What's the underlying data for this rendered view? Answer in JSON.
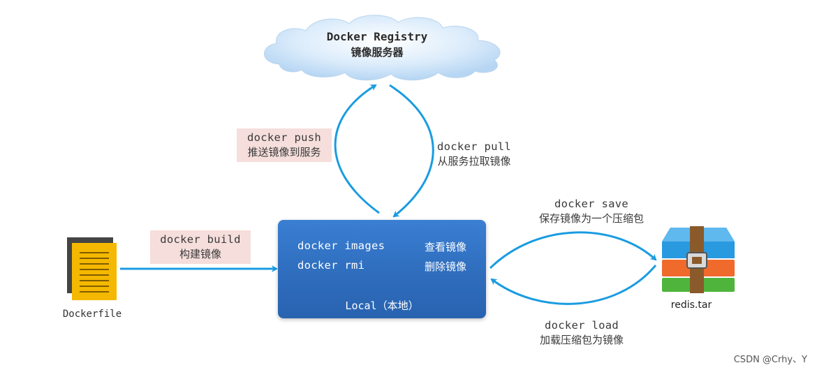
{
  "registry": {
    "title": "Docker Registry",
    "subtitle": "镜像服务器"
  },
  "push": {
    "command": "docker push",
    "description": "推送镜像到服务"
  },
  "pull": {
    "command": "docker pull",
    "description": "从服务拉取镜像"
  },
  "build": {
    "command": "docker build",
    "description": "构建镜像"
  },
  "save": {
    "command": "docker save",
    "description": "保存镜像为一个压缩包"
  },
  "load": {
    "command": "docker load",
    "description": "加载压缩包为镜像"
  },
  "local": {
    "rows": [
      {
        "command": "docker images",
        "description": "查看镜像"
      },
      {
        "command": "docker rmi",
        "description": "删除镜像"
      }
    ],
    "footer": "Local（本地）"
  },
  "dockerfile_label": "Dockerfile",
  "archive_label": "redis.tar",
  "watermark": "CSDN @Crhy、Y",
  "colors": {
    "arrow": "#1a9ce0",
    "local_box": "#2f6dbd",
    "label_highlight": "#f5dedb",
    "dockerfile_icon": "#f5b800",
    "archive_blue": "#2a9ae0",
    "archive_orange": "#f06a2c",
    "archive_green": "#4fb43c",
    "archive_strap": "#8a5a2b"
  }
}
